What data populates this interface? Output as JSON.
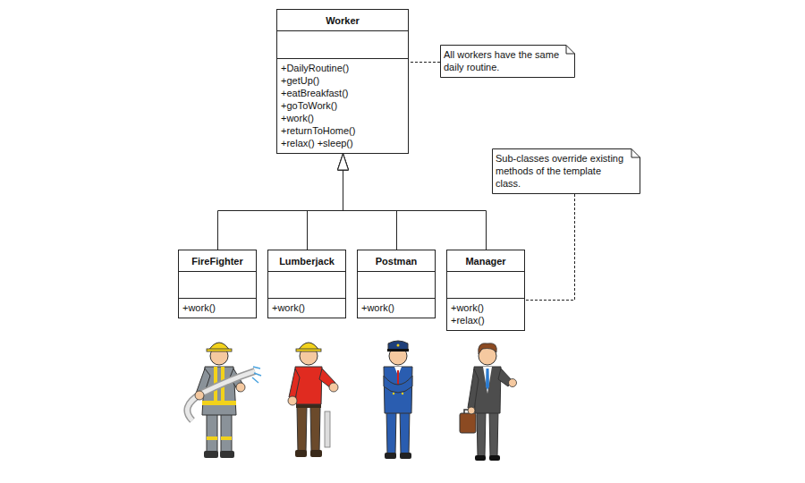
{
  "diagram": {
    "nodes": [
      {
        "text": [
          "Worker",
          "+DailyRoutine() +getUp() +eatBreakfast() +goToWork() +work() +returnToHome() +relax() +sleep()"
        ]
      },
      {
        "text": [
          "All workers have the same daily routine."
        ]
      },
      {
        "text": [
          "Sub-classes override existing methods of the template class."
        ]
      },
      {
        "text": [
          "FireFighter",
          "+work()"
        ]
      },
      {
        "text": [
          "Lumberjack",
          "+work()"
        ]
      },
      {
        "text": [
          "Postman",
          "+work()"
        ]
      },
      {
        "text": [
          "Manager",
          "+work() +relax()"
        ]
      }
    ],
    "edges": [
      {
        "from": 3,
        "to": 0,
        "arrow": "to"
      },
      {
        "from": 4,
        "to": 0,
        "arrow": "to"
      },
      {
        "from": 5,
        "to": 0,
        "arrow": "to"
      },
      {
        "from": 6,
        "to": 0,
        "arrow": "to"
      },
      {
        "from": 1,
        "to": 0,
        "arrow": "none"
      },
      {
        "from": 2,
        "to": 6,
        "arrow": "none"
      }
    ]
  }
}
